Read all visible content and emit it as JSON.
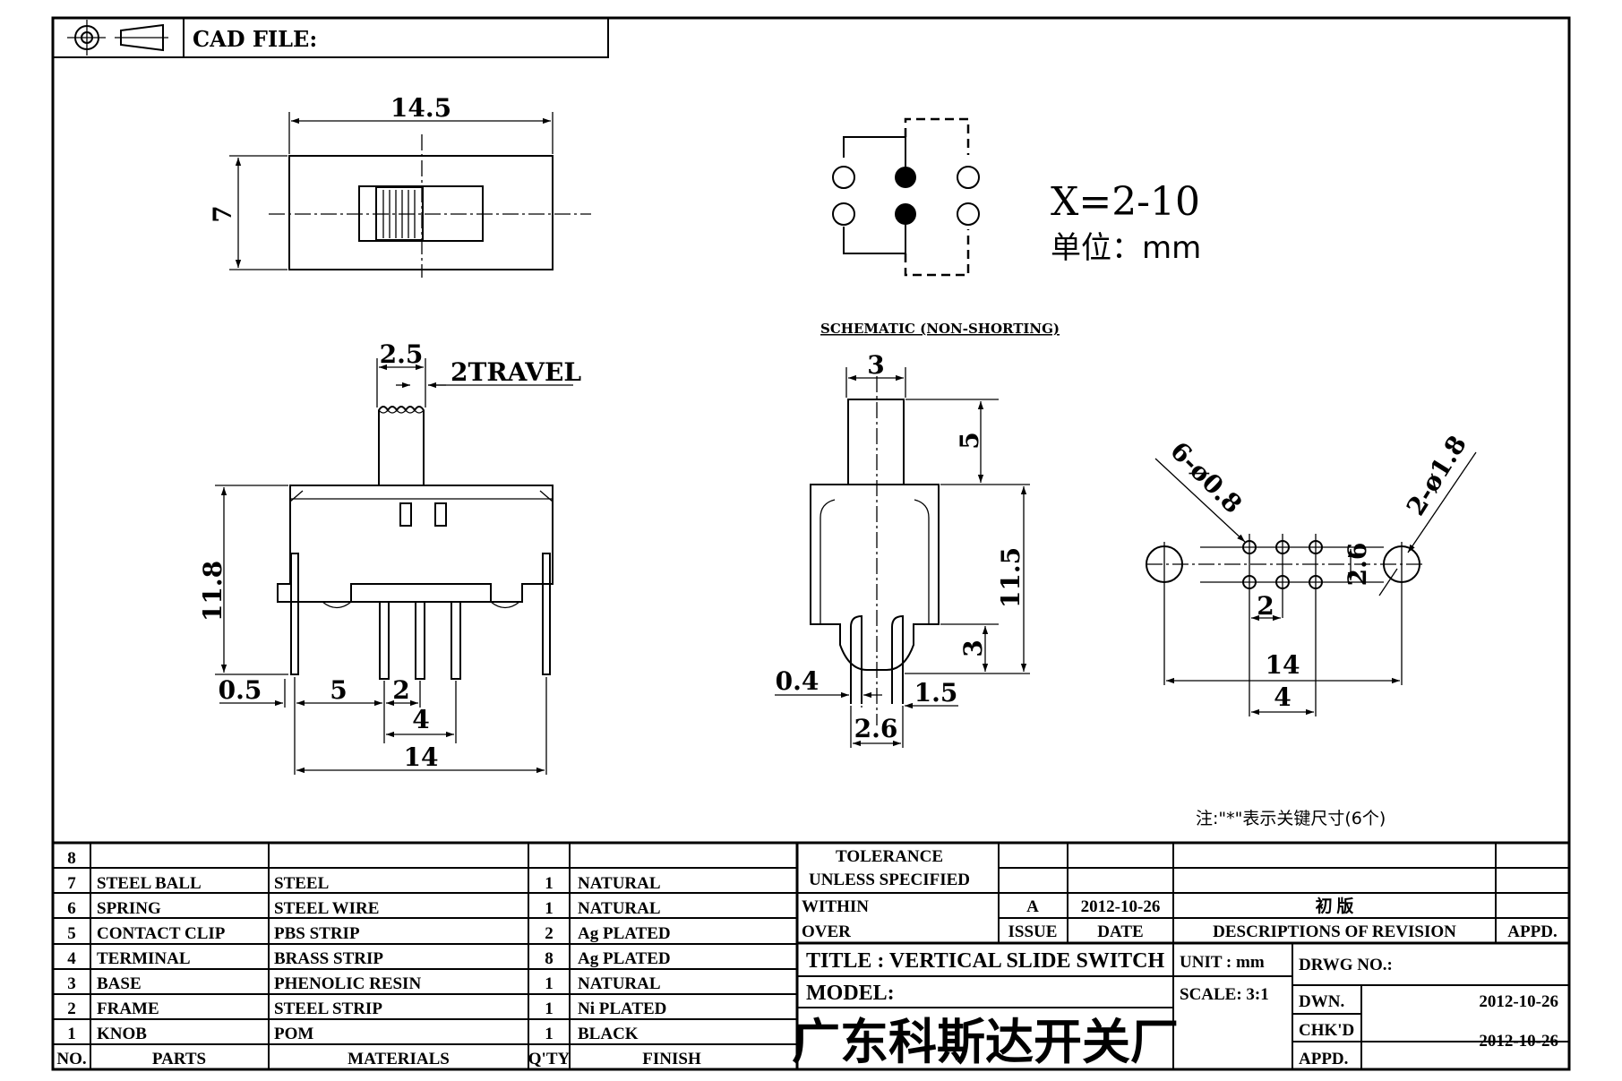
{
  "header": {
    "cad_file_label": "CAD FILE:"
  },
  "top_view": {
    "width_dim": "14.5",
    "height_dim": "7"
  },
  "schematic": {
    "x_range": "X=2-10",
    "unit_label": "单位：mm",
    "caption": "SCHEMATIC (NON-SHORTING)"
  },
  "front_view": {
    "actuator_width": "2.5",
    "travel": "2TRAVEL",
    "height": "11.8",
    "dim_0_5": "0.5",
    "dim_5": "5",
    "dim_2": "2",
    "dim_4": "4",
    "dim_14": "14"
  },
  "side_view": {
    "actuator_width": "3",
    "actuator_height": "5",
    "body_height": "11.5",
    "pin_length": "3",
    "pin_thickness": "0.4",
    "pin_offset": "1.5",
    "pin_span": "2.6"
  },
  "pcb_layout": {
    "small_holes": "6-ø0.8",
    "large_holes": "2-ø1.8",
    "row_pitch": "2.6",
    "col_pitch": "2",
    "mount_span": "14",
    "pin_span": "4"
  },
  "note": "注:\"*\"表示关键尺寸(6个)",
  "bom": {
    "headers": {
      "no": "NO.",
      "parts": "PARTS",
      "materials": "MATERIALS",
      "qty": "Q'TY",
      "finish": "FINISH"
    },
    "rows": [
      {
        "no": "8",
        "part": "",
        "material": "",
        "qty": "",
        "finish": ""
      },
      {
        "no": "7",
        "part": "STEEL BALL",
        "material": "STEEL",
        "qty": "1",
        "finish": "NATURAL"
      },
      {
        "no": "6",
        "part": "SPRING",
        "material": "STEEL WIRE",
        "qty": "1",
        "finish": "NATURAL"
      },
      {
        "no": "5",
        "part": "CONTACT CLIP",
        "material": "PBS STRIP",
        "qty": "2",
        "finish": "Ag PLATED"
      },
      {
        "no": "4",
        "part": "TERMINAL",
        "material": "BRASS STRIP",
        "qty": "8",
        "finish": "Ag PLATED"
      },
      {
        "no": "3",
        "part": "BASE",
        "material": "PHENOLIC RESIN",
        "qty": "1",
        "finish": "NATURAL"
      },
      {
        "no": "2",
        "part": "FRAME",
        "material": "STEEL STRIP",
        "qty": "1",
        "finish": "Ni PLATED"
      },
      {
        "no": "1",
        "part": "KNOB",
        "material": "POM",
        "qty": "1",
        "finish": "BLACK"
      }
    ]
  },
  "tolerance": {
    "line1": "TOLERANCE",
    "line2": "UNLESS  SPECIFIED",
    "within": "WITHIN",
    "over": "OVER"
  },
  "revision": {
    "issue": "A",
    "date": "2012-10-26",
    "description": "初 版",
    "issue_header": "ISSUE",
    "date_header": "DATE",
    "desc_header": "DESCRIPTIONS OF REVISION",
    "appd_header": "APPD."
  },
  "title_block": {
    "title": "TITLE :  VERTICAL SLIDE SWITCH",
    "model": "MODEL:",
    "unit": "UNIT :  mm",
    "scale": "SCALE:  3:1",
    "drwg_no": "DRWG NO.:",
    "company": "广东科斯达开关厂",
    "dwn_label": "DWN.",
    "dwn_date": "2012-10-26",
    "chkd_label": "CHK'D",
    "chkd_date": "2012-10-26",
    "appd_label": "APPD."
  }
}
